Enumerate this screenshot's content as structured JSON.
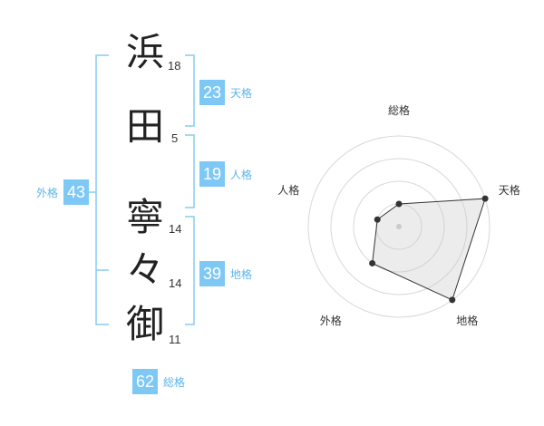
{
  "colors": {
    "accent": "#7ec8f5",
    "label": "#5bb5ec",
    "bracket": "#87cbf2"
  },
  "name": {
    "chars": [
      "浜",
      "田",
      "寧",
      "々",
      "御"
    ],
    "strokes": [
      "18",
      "5",
      "14",
      "14",
      "11"
    ]
  },
  "fortune": {
    "ten": {
      "value": "23",
      "label": "天格"
    },
    "jin": {
      "value": "19",
      "label": "人格"
    },
    "chi": {
      "value": "39",
      "label": "地格"
    },
    "gai": {
      "value": "43",
      "label": "外格"
    },
    "sou": {
      "value": "62",
      "label": "総格"
    }
  },
  "chart_data": {
    "type": "radar",
    "axes": [
      "総格",
      "天格",
      "地格",
      "外格",
      "人格"
    ],
    "values": [
      1,
      4,
      4,
      2,
      1
    ],
    "rmax": 4,
    "rings": 4
  }
}
